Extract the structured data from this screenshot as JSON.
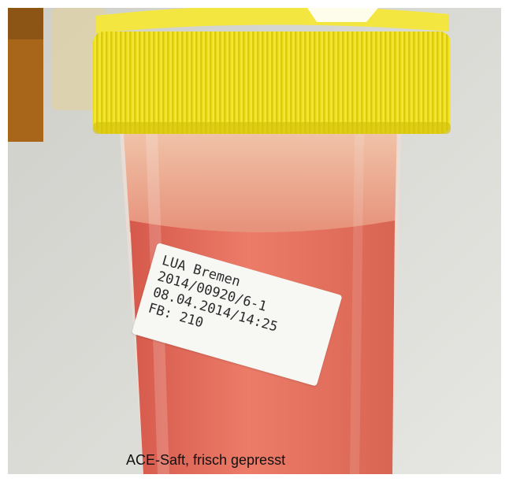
{
  "photo": {
    "description_icon": "juice-sample-cup",
    "colors": {
      "lid": "#f2e21a",
      "juice": "#e5705e",
      "foam": "#e9a07d",
      "background": "#d9d9d4"
    }
  },
  "sample_label": {
    "line1": "LUA Bremen",
    "line2": "2014/00920/6-1",
    "line3": "08.04.2014/14:25",
    "line4": "FB: 210"
  },
  "caption": {
    "text": "ACE-Saft, frisch gepresst"
  }
}
